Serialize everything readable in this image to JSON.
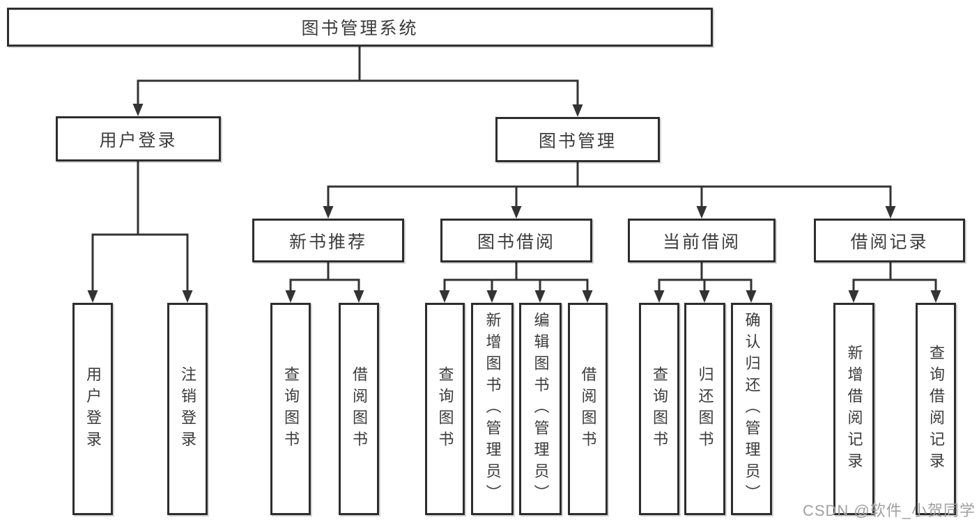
{
  "diagram": {
    "root": {
      "label": "图书管理系统"
    },
    "login_branch": {
      "label": "用户登录",
      "children": [
        "用户登录",
        "注销登录"
      ]
    },
    "mgmt_branch": {
      "label": "图书管理",
      "sections": [
        {
          "label": "新书推荐",
          "children": [
            "查询图书",
            "借阅图书"
          ]
        },
        {
          "label": "图书借阅",
          "children": [
            "查询图书",
            "新增图书（管理员）",
            "编辑图书（管理员）",
            "借阅图书"
          ]
        },
        {
          "label": "当前借阅",
          "children": [
            "查询图书",
            "归还图书",
            "确认归还（管理员）"
          ]
        },
        {
          "label": "借阅记录",
          "children": [
            "新增借阅记录",
            "查询借阅记录"
          ]
        }
      ]
    }
  },
  "watermark": {
    "text": "CSDN @软件_小贺同学"
  },
  "colors": {
    "line": "#333333",
    "box_border": "#2d2d2d",
    "box_background": "#ffffff",
    "text": "#3b3b3b",
    "watermark": "#a0a0a0"
  }
}
